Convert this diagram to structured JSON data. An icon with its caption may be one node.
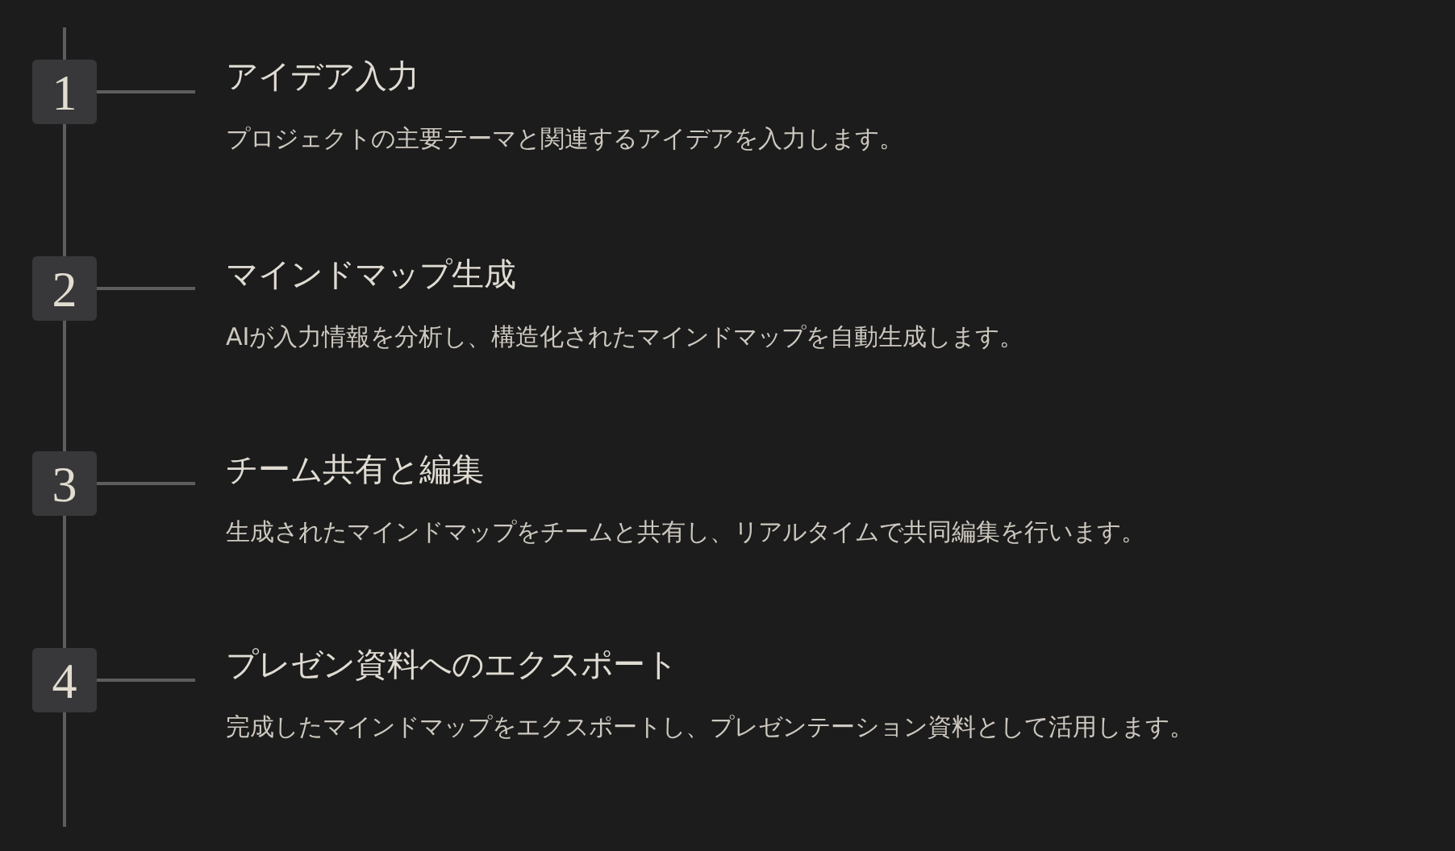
{
  "diagram": {
    "nodes": [
      {
        "text": [
          "1"
        ]
      },
      {
        "text": [
          "アイデア入力",
          "プロジェクトの主要テーマと関連するアイデアを入力します。"
        ]
      },
      {
        "text": [
          "2"
        ]
      },
      {
        "text": [
          "マインドマップ生成",
          "AIが入力情報を分析し、構造化されたマインドマップを自動生成します。"
        ]
      },
      {
        "text": [
          "3"
        ]
      },
      {
        "text": [
          "チーム共有と編集",
          "生成されたマインドマップをチームと共有し、リアルタイムで共同編集を行います。"
        ]
      },
      {
        "text": [
          "4"
        ]
      },
      {
        "text": [
          "プレゼン資料へのエクスポート",
          "完成したマインドマップをエクスポートし、プレゼンテーション資料として活用します。"
        ]
      }
    ],
    "edges": [
      {
        "from": null,
        "to": 0,
        "arrow": "none"
      },
      {
        "from": 0,
        "to": 1,
        "arrow": "none"
      },
      {
        "from": 0,
        "to": 2,
        "arrow": "none"
      },
      {
        "from": 2,
        "to": 3,
        "arrow": "none"
      },
      {
        "from": 2,
        "to": 4,
        "arrow": "none"
      },
      {
        "from": 4,
        "to": 5,
        "arrow": "none"
      },
      {
        "from": 4,
        "to": 6,
        "arrow": "none"
      },
      {
        "from": 6,
        "to": 7,
        "arrow": "none"
      },
      {
        "from": 6,
        "to": null,
        "arrow": "none"
      }
    ]
  }
}
